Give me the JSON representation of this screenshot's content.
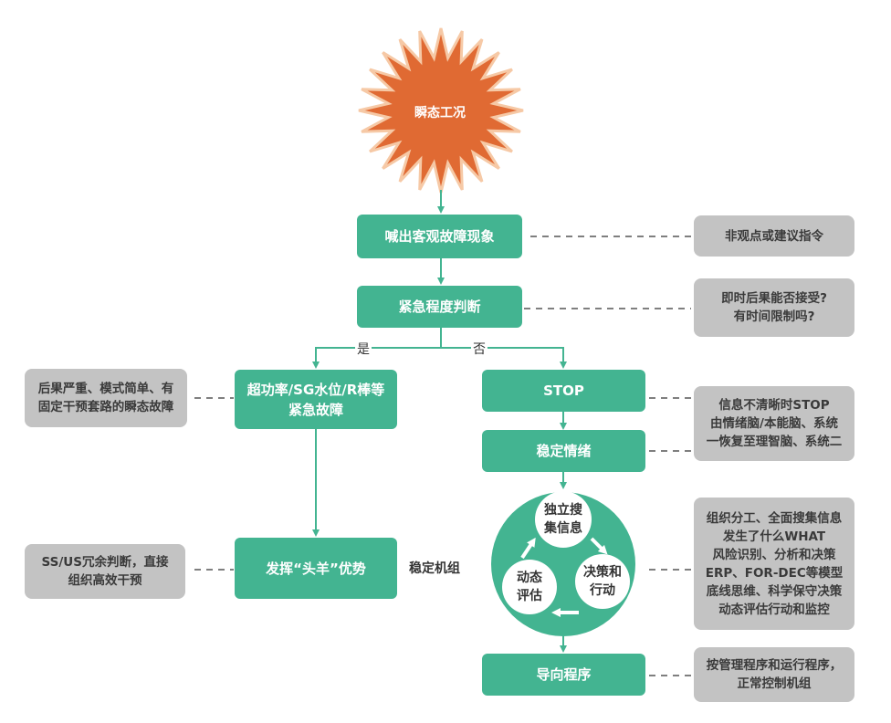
{
  "start": {
    "label": "瞬态工况"
  },
  "steps": {
    "shout": "喊出客观故障现象",
    "urgency": "紧急程度判断",
    "yes_label": "是",
    "no_label": "否",
    "left_branch": [
      "超功率/SG水位/R棒等",
      "紧急故障"
    ],
    "leader": "发挥“头羊”优势",
    "stabilize_unit": "稳定机组",
    "stop": "STOP",
    "calm": "稳定情绪",
    "guide": "导向程序"
  },
  "cycle": {
    "search": [
      "独立搜",
      "集信息"
    ],
    "decide": [
      "决策和",
      "行动"
    ],
    "evaluate": [
      "动态",
      "评估"
    ]
  },
  "notes": {
    "shout": [
      "非观点或建议指令"
    ],
    "urgency": [
      "即时后果能否接受?",
      "有时间限制吗?"
    ],
    "left_branch": [
      "后果严重、模式简单、有",
      "固定干预套路的瞬态故障"
    ],
    "leader": [
      "SS/US冗余判断，直接",
      "组织高效干预"
    ],
    "stop_calm": [
      "信息不清晰时STOP",
      "由情绪脑/本能脑、系统",
      "一恢复至理智脑、系统二"
    ],
    "cycle": [
      "组织分工、全面搜集信息",
      "发生了什么WHAT",
      "风险识别、分析和决策",
      "ERP、FOR-DEC等模型",
      "底线思维、科学保守决策",
      "动态评估行动和监控"
    ],
    "guide": [
      "按管理程序和运行程序，",
      "正常控制机组"
    ]
  },
  "colors": {
    "step_green": "#43b491",
    "note_gray": "#c3c3c3",
    "star_orange": "#e06a33",
    "star_outline": "#f6c9a6"
  }
}
